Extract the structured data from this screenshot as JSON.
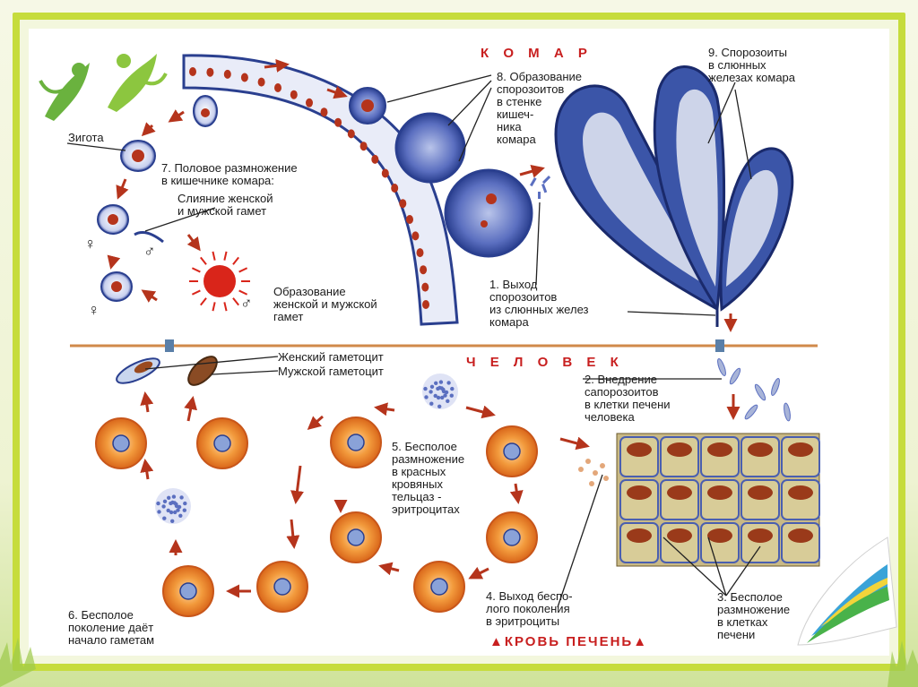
{
  "titles": {
    "mosquito": "К О М А Р",
    "human": "Ч Е Л О В Е К",
    "blood_liver": "▲КРОВЬ ПЕЧЕНЬ▲"
  },
  "labels": {
    "zygote": "Зигота",
    "step7": "7. Половое размножение\nв кишечнике комара:",
    "fusion": "Слияние женской\nи мужской гамет",
    "gamete_formation": "Образование\nженской и мужской\nгамет",
    "step8": "8. Образование\nспорозоитов\nв стенке\nкишеч-\nника\nкомара",
    "step9": "9. Спорозоиты\nв слюнных\nжелезах комара",
    "step1": "1. Выход\nспорозоитов\nиз слюнных желез\nкомара",
    "female_gametocyte": "Женский гаметоцит",
    "male_gametocyte": "Мужской гаметоцит",
    "step2": "2. Внедрение\nсапорозоитов\nв клетки печени\nчеловека",
    "step5": "5. Бесполое\nразмножение\nв красных\nкровяных\nтельцаз -\nэритроцитах",
    "step4": "4. Выход беспо-\nлого поколения\nв эритроциты",
    "step3": "3. Бесполое\nразмножение\nв клетках\nпечени",
    "step6": "6. Бесполое\nпоколение даёт\nначало гаметам"
  },
  "symbols": {
    "female": "♀",
    "male": "♂"
  },
  "colors": {
    "frame": "#c6dc3c",
    "arrow": "#b5341c",
    "title": "#c81f1f",
    "divider": "#d08a4a",
    "cell_blue": "#2a3f8f",
    "erythrocyte": "#e8862a"
  }
}
